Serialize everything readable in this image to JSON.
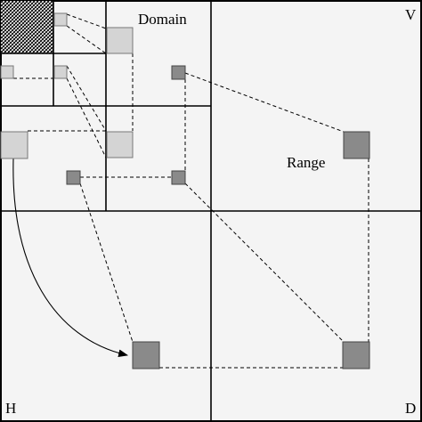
{
  "labels": {
    "domain": "Domain",
    "range": "Range",
    "v": "V",
    "h": "H",
    "d": "D"
  },
  "colors": {
    "background": "#f4f4f4",
    "light_block": "#d4d4d4",
    "dark_block": "#8a8a8a",
    "line": "#000000"
  }
}
